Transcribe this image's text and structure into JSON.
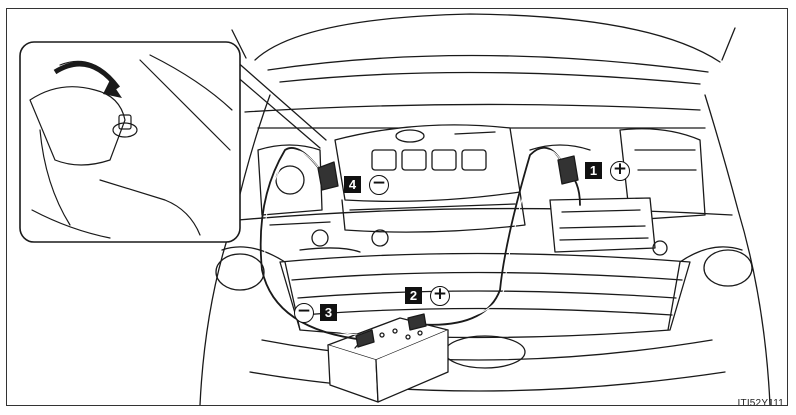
{
  "figure": {
    "code": "ITI52Y111",
    "colors": {
      "line": "#1a1a1a",
      "fill": "#ffffff",
      "shade": "#e6e6e6"
    }
  },
  "steps": [
    {
      "number": "1",
      "sign": "+",
      "icon": "plus-circle-icon",
      "target": "dead-battery-positive-terminal"
    },
    {
      "number": "2",
      "sign": "+",
      "icon": "plus-circle-icon",
      "target": "booster-battery-positive-terminal"
    },
    {
      "number": "3",
      "sign": "−",
      "icon": "minus-circle-icon",
      "target": "booster-battery-negative-terminal"
    },
    {
      "number": "4",
      "sign": "−",
      "icon": "minus-circle-icon",
      "target": "engine-ground-point"
    }
  ]
}
